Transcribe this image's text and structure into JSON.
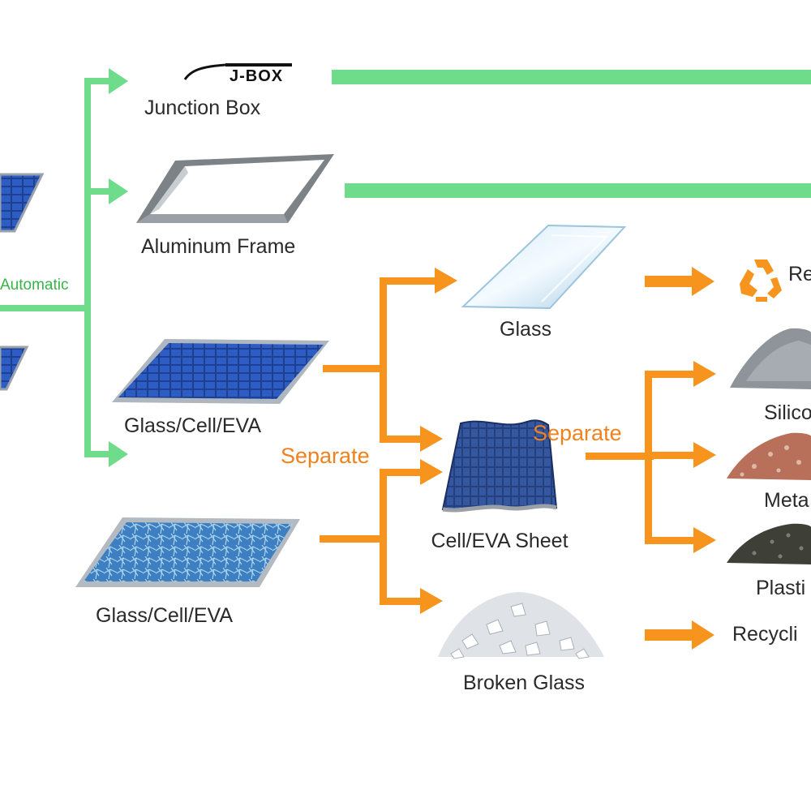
{
  "colors": {
    "green": "#6fdc8c",
    "green_text": "#37b34a",
    "orange": "#f7941d",
    "orange_text": "#f0821e",
    "label": "#2a2a2a"
  },
  "jbox_icon_text": "J-BOX",
  "automatic_label": "Automatic",
  "separate_label_1": "Separate",
  "separate_label_2": "Separate",
  "components": {
    "junction_box": "Junction Box",
    "aluminum_frame": "Aluminum Frame",
    "glass_cell_eva_1": "Glass/Cell/EVA",
    "glass_cell_eva_2": "Glass/Cell/EVA"
  },
  "materials": {
    "glass": "Glass",
    "cell_eva_sheet": "Cell/EVA Sheet",
    "broken_glass": "Broken Glass"
  },
  "outputs": {
    "recycle": "Re",
    "silicon": "Silico",
    "metal": "Meta",
    "plastic": "Plasti",
    "recycling": "Recycli"
  },
  "icons": [
    "recycle-icon",
    "junction-box-icon",
    "aluminum-frame-icon",
    "solar-panel-icon",
    "broken-panel-icon",
    "glass-pane-icon",
    "cell-eva-sheet-icon",
    "broken-glass-pile-icon",
    "silicon-powder-icon",
    "metal-granules-icon",
    "plastic-granules-icon"
  ]
}
